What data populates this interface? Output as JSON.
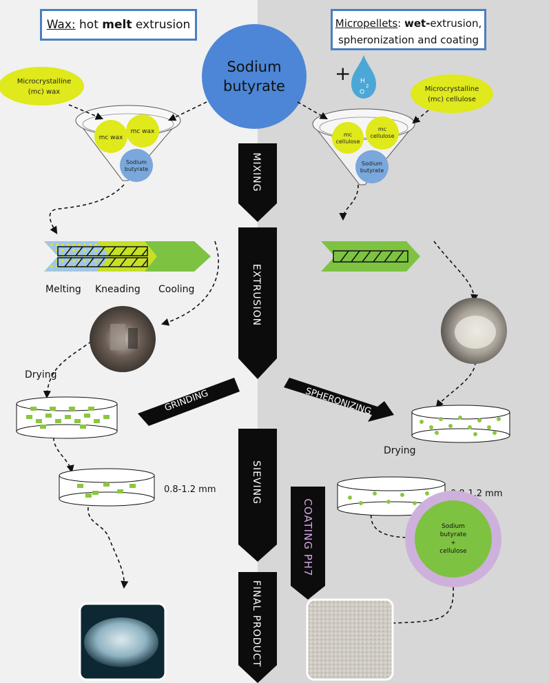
{
  "left_title": {
    "underlined": "Wax:",
    "pre": " hot ",
    "bold": "melt",
    "post": " extrusion"
  },
  "right_title": {
    "underlined": "Micropellets",
    "colon": ": ",
    "bold": "wet-",
    "line1_rest": "extrusion,",
    "line2": "spheronization and coating"
  },
  "center_circle": {
    "line1": "Sodium",
    "line2": "butyrate"
  },
  "water_symbol": {
    "plus": "+",
    "h": "H",
    "o": "O",
    "two": "2"
  },
  "left_input": {
    "line1": "Microcrystalline",
    "line2": "(mc) wax"
  },
  "right_input": {
    "line1": "Microcrystalline",
    "line2": "(mc) cellulose"
  },
  "left_funnel": {
    "ball_a": "mc wax",
    "ball_b": "mc wax",
    "ball_c_line1": "Sodium",
    "ball_c_line2": "butyrate"
  },
  "right_funnel": {
    "ball_a_line1": "mc",
    "ball_a_line2": "cellulose",
    "ball_b_line1": "mc",
    "ball_b_line2": "cellulose",
    "ball_c_line1": "Sodium",
    "ball_c_line2": "butyrate"
  },
  "extruder_labels": {
    "melting": "Melting",
    "kneading": "Kneading",
    "cooling": "Cooling"
  },
  "steps": {
    "mixing": "MIXING",
    "extrusion": "EXTRUSION",
    "grinding": "GRINDING",
    "spheronizing": "SPHERONIZING",
    "sieving": "SIEVING",
    "coating": "COATING PH7",
    "final_product": "FINAL PRODUCT"
  },
  "left_drying": "Drying",
  "right_drying": "Drying",
  "left_size": "0.8-1.2 mm",
  "right_size": "0.8-1.2 mm",
  "coated_pellet": {
    "line1": "Sodium",
    "line2": "butyrate",
    "line3": "+",
    "line4": "cellulose"
  },
  "colors": {
    "left_bg": "#f1f1f1",
    "right_bg": "#d7d7d7",
    "title_border": "#4a7ec2",
    "center_circle": "#4d86d6",
    "yellow": "#dfe91b",
    "ball_blue": "#7aa7dc",
    "green": "#7ec242",
    "pellet_green": "#8cc63f",
    "arrow_black": "#0c0c0c",
    "coating_purple": "#cdb1dc",
    "coating_text": "#d9a8e8"
  }
}
